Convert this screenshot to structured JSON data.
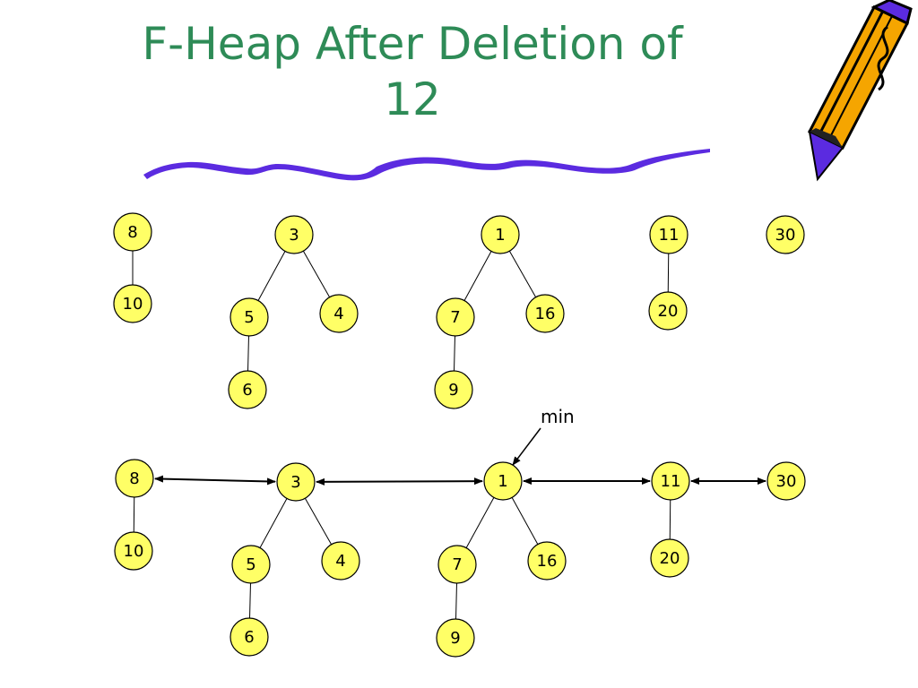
{
  "title": {
    "line1": "F-Heap After Deletion of",
    "line2": "12"
  },
  "colors": {
    "title": "#2e8b57",
    "underline": "#5b2be0",
    "node_fill": "#ffff66",
    "node_stroke": "#000000",
    "edge": "#000000",
    "pencil_body": "#f5a500",
    "pencil_outline": "#000000",
    "pencil_tip": "#5b2be0"
  },
  "icons": {
    "pencil": "pencil-icon",
    "underline": "wavy-underline"
  },
  "diagrams": [
    {
      "id": "top",
      "min_label": "",
      "nodes": [
        "8",
        "10",
        "3",
        "5",
        "4",
        "6",
        "1",
        "7",
        "16",
        "9",
        "11",
        "20",
        "30"
      ],
      "edges": [
        [
          "8",
          "10"
        ],
        [
          "3",
          "5"
        ],
        [
          "3",
          "4"
        ],
        [
          "5",
          "6"
        ],
        [
          "1",
          "7"
        ],
        [
          "1",
          "16"
        ],
        [
          "7",
          "9"
        ],
        [
          "11",
          "20"
        ]
      ],
      "root_links": []
    },
    {
      "id": "bottom",
      "min_label": "min",
      "nodes": [
        "8",
        "10",
        "3",
        "5",
        "4",
        "6",
        "1",
        "7",
        "16",
        "9",
        "11",
        "20",
        "30"
      ],
      "edges": [
        [
          "8",
          "10"
        ],
        [
          "3",
          "5"
        ],
        [
          "3",
          "4"
        ],
        [
          "5",
          "6"
        ],
        [
          "1",
          "7"
        ],
        [
          "1",
          "16"
        ],
        [
          "7",
          "9"
        ],
        [
          "11",
          "20"
        ]
      ],
      "root_links": [
        [
          "8",
          "3"
        ],
        [
          "3",
          "1"
        ],
        [
          "1",
          "11"
        ],
        [
          "11",
          "30"
        ]
      ]
    }
  ]
}
